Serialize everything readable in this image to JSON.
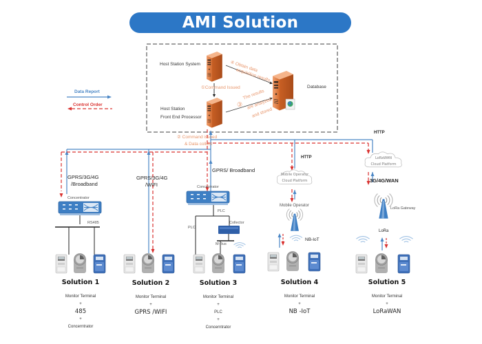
{
  "title": "AMI Solution",
  "colors": {
    "title_bg": "#2c77c6",
    "data_report": "#4a86c5",
    "control_order": "#d9302e",
    "annotation": "#e8956a",
    "server": "#e27d3f",
    "concentrator": "#3e7fc4"
  },
  "legend": {
    "data_report": "Data Report",
    "control_order": "Control Order"
  },
  "host": {
    "host_station_system": "Host Station System",
    "front_end_line1": "Host Station",
    "front_end_line2": "Front End Processor",
    "database": "Database",
    "step1": "①Command Issued",
    "step4_line1": "④ Obtain data",
    "step4_line2": "acquisition results",
    "step3_num": "③",
    "step3_line1": "The results",
    "step3_line2": "are analyzed",
    "step3_line3": "and stored",
    "step2_line1": "② Command issued",
    "step2_line2": "& Data collect"
  },
  "links": {
    "s1_link_line1": "GPRS/3G/4G",
    "s1_link_line2": "/Broadband",
    "s2_link_line1": "GPRS/3G/4G",
    "s2_link_line2": "/WIFI",
    "s3_link": "GPRS/ Broadband",
    "http_mobile": "HTTP",
    "http_lora": "HTTP",
    "lora_wan": "3G/4G/WAN"
  },
  "devices": {
    "concentrator_1": "Concentrator",
    "rs485": "RS485",
    "concentrator_3": "Concentrator",
    "plc_top": "PLC",
    "plc_side": "PLC",
    "collector": "Collector",
    "mbus": "M-Bus",
    "mobile_cloud_line1": "Mobile Operator",
    "mobile_cloud_line2": "Cloud Platform",
    "mobile_operator": "Mobile Operator",
    "nbiot": "NB-IoT",
    "lora_cloud_line1": "LoRaWAN",
    "lora_cloud_line2": "Cloud Platform",
    "lora_gateway": "LoRa Gateway",
    "lora": "LoRa"
  },
  "solutions": [
    {
      "title": "Solution 1",
      "lines": [
        "Monitor Terminal",
        "+",
        "485",
        "+",
        "Concerntrator"
      ]
    },
    {
      "title": "Solution 2",
      "lines": [
        "Monitor Terminal",
        "+",
        "GPRS /WIFI"
      ]
    },
    {
      "title": "Solution 3",
      "lines": [
        "Monitor Terminal",
        "+",
        "PLC",
        "+",
        "Concerntrator"
      ]
    },
    {
      "title": "Solution 4",
      "lines": [
        "Monitor Terminal",
        "+",
        "NB -IoT"
      ]
    },
    {
      "title": "Solution 5",
      "lines": [
        "Monitor Terminal",
        "+",
        "LoRaWAN"
      ]
    }
  ]
}
